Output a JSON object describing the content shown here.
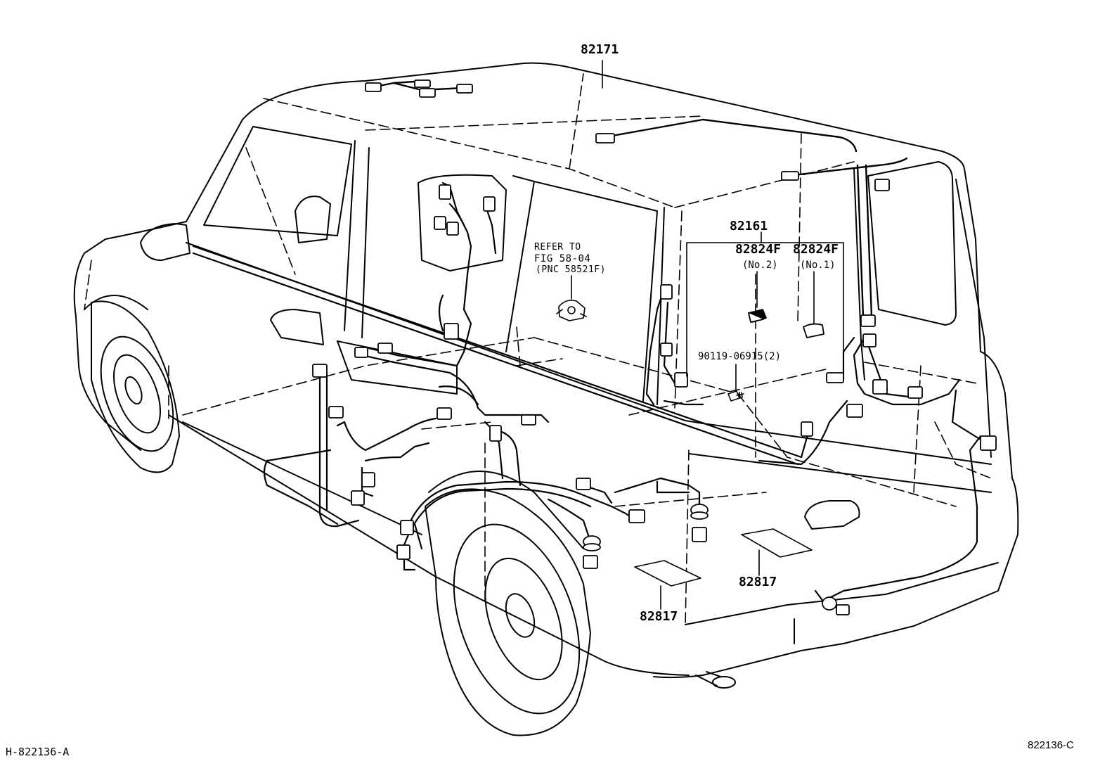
{
  "labels": {
    "p82171": "82171",
    "p82161": "82161",
    "p82824f_no2": "82824F",
    "p82824f_no2_sub": "(No.2)",
    "p82824f_no1": "82824F",
    "p82824f_no1_sub": "(No.1)",
    "p90119": "90119-06915(2)",
    "ref_line1": "REFER TO",
    "ref_line2": "FIG 58-04",
    "ref_line3": "(PNC 58521F)",
    "p82817_right": "82817",
    "p82817_center": "82817"
  },
  "footer": {
    "left": "H-822136-A",
    "right": "822136-C"
  },
  "colors": {
    "line": "#000000",
    "background": "#ffffff"
  }
}
